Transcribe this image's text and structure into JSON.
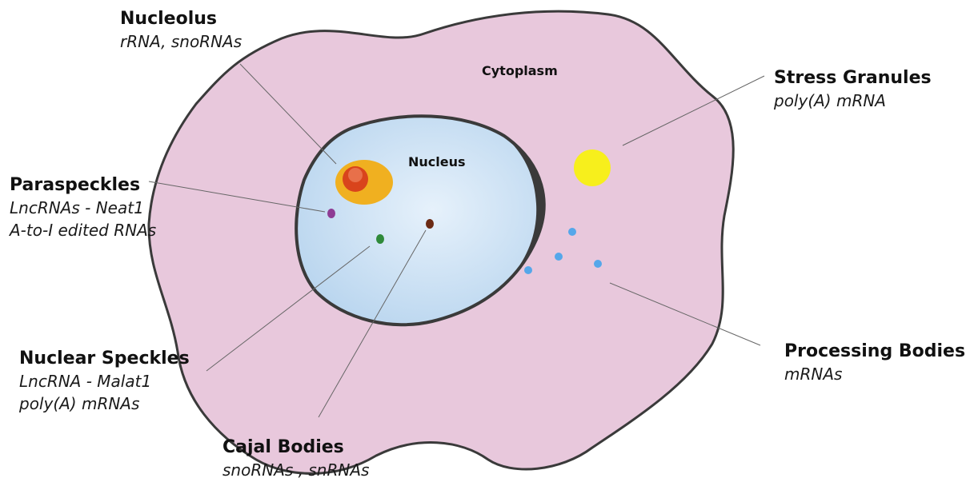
{
  "regions": {
    "cytoplasm": "Cytoplasm",
    "nucleus": "Nucleus"
  },
  "callouts": {
    "nucleolus": {
      "title": "Nucleolus",
      "lines": [
        "rRNA, snoRNAs"
      ]
    },
    "paraspeckles": {
      "title": "Paraspeckles",
      "lines": [
        "LncRNAs - Neat1",
        "A-to-I edited RNAs"
      ]
    },
    "nuclear_speckles": {
      "title": "Nuclear Speckles",
      "lines": [
        "LncRNA - Malat1",
        "poly(A) mRNAs"
      ]
    },
    "cajal_bodies": {
      "title": "Cajal Bodies",
      "lines": [
        "snoRNAs , snRNAs"
      ]
    },
    "stress_granules": {
      "title": "Stress Granules",
      "lines": [
        "poly(A) mRNA"
      ]
    },
    "processing_bodies": {
      "title": "Processing Bodies",
      "lines": [
        "mRNAs"
      ]
    }
  },
  "colors": {
    "cytoplasm": "#e8c8dc",
    "cell_outline": "#3a3a3a",
    "nucleus": "#c6dff2",
    "nucleolus_outer": "#f0b020",
    "nucleolus_inner": "#d9441c",
    "stress_granule": "#f7ef1c",
    "processing_body": "#55a7ea",
    "paraspeckle": "#8e3c94",
    "nuclear_speckle": "#2f8a3a",
    "cajal_body": "#6b2a14"
  }
}
